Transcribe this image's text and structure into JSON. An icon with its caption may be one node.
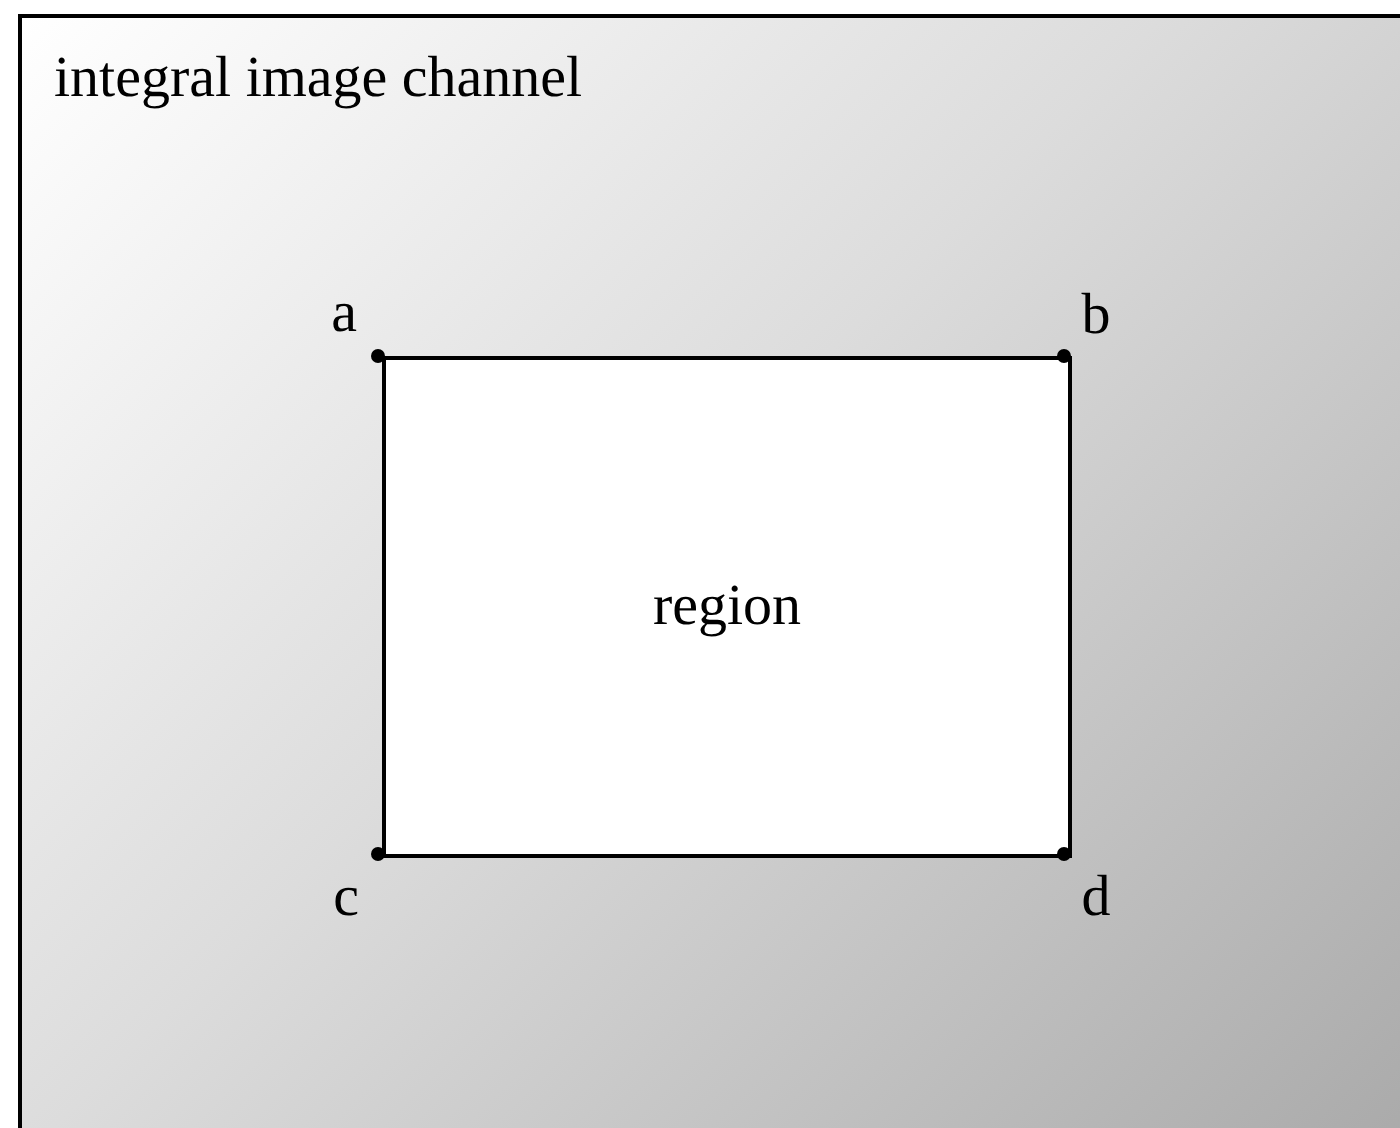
{
  "diagram": {
    "nodes": [
      {
        "text": [
          "integral image channel"
        ]
      },
      {
        "text": [
          "region"
        ],
        "in": 0
      }
    ],
    "labels": [
      "a",
      "b",
      "c",
      "d"
    ]
  }
}
